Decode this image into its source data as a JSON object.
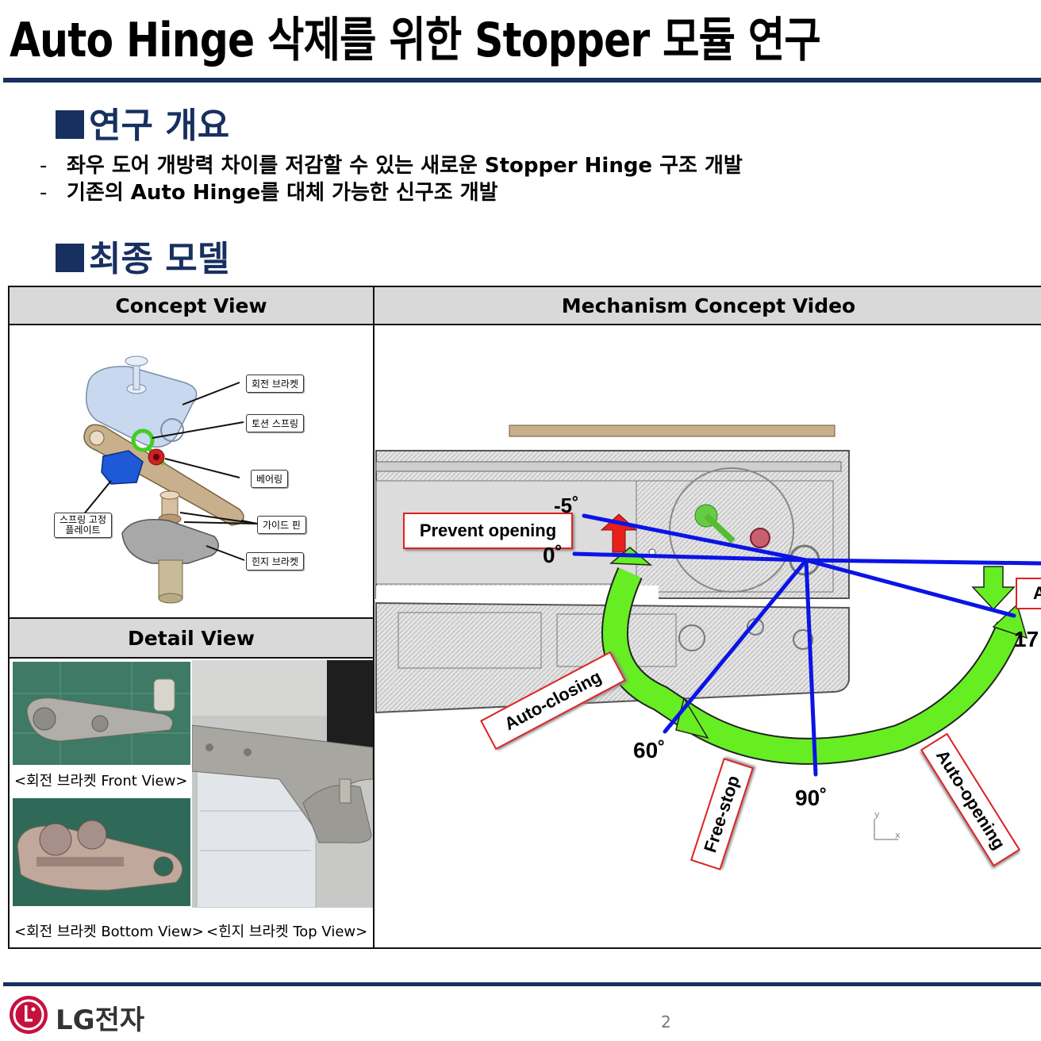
{
  "title": "Auto Hinge 삭제를 위한 Stopper 모듈 연구",
  "section1": {
    "heading": "연구 개요",
    "bullets": [
      "좌우 도어 개방력 차이를 저감할 수 있는 새로운 Stopper Hinge 구조 개발",
      "기존의 Auto Hinge를 대체 가능한 신구조 개발"
    ]
  },
  "section2": {
    "heading": "최종 모델"
  },
  "table": {
    "concept_header": "Concept View",
    "mechanism_header": "Mechanism Concept Video",
    "detail_header": "Detail View"
  },
  "concept_labels": {
    "rotation_bracket": "회전 브라켓",
    "torsion_spring": "토션 스프링",
    "bearing": "베어링",
    "guide_pin": "가이드 핀",
    "hinge_bracket": "힌지 브라켓",
    "spring_plate": "스프링 고정\n플레이트"
  },
  "detail": {
    "front_caption": "<회전 브라켓 Front View>",
    "bottom_caption": "<회전 브라켓 Bottom View>",
    "top_caption": "<힌지 브라켓 Top View>"
  },
  "mechanism": {
    "prevent_opening": "Prevent opening",
    "angle_minus5": "-5˚",
    "angle_0": "0˚",
    "angle_60": "60˚",
    "angle_90": "90˚",
    "angle_17": "17",
    "partial_label": "A",
    "auto_closing": "Auto-closing",
    "free_stop": "Free-stop",
    "auto_opening": "Auto-opening",
    "axis_y": "y",
    "axis_x": "x"
  },
  "footer": {
    "brand": "LG전자",
    "page": "2"
  },
  "colors": {
    "navy": "#17305f",
    "green": "#66ee22",
    "blue": "#0a14e6",
    "red": "#e8201c",
    "lg_red": "#c6113f"
  }
}
